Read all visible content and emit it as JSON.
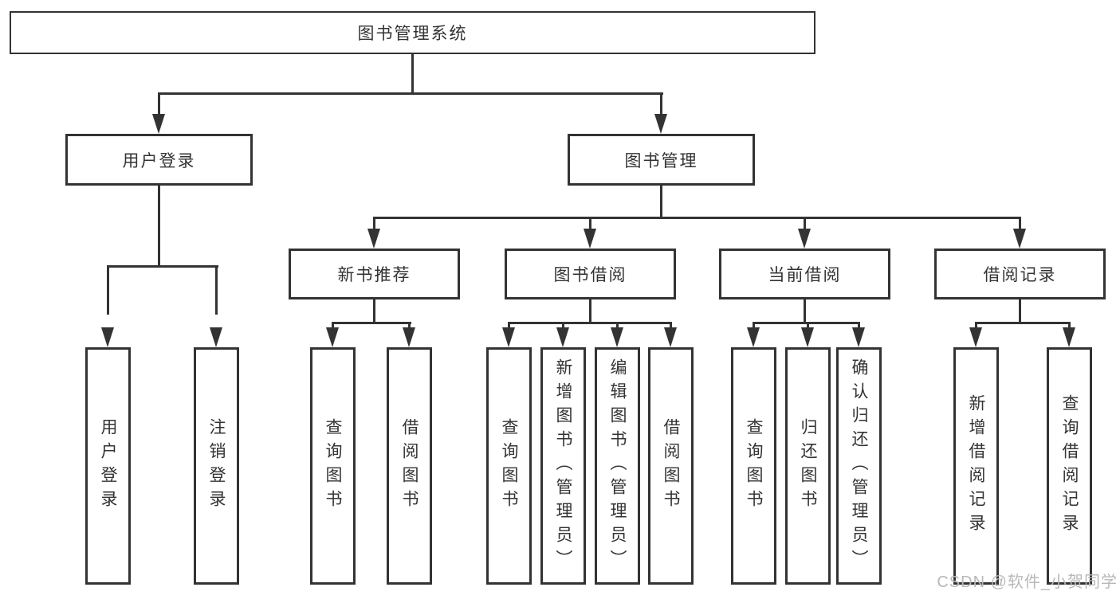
{
  "watermark": {
    "text": "CSDN @软件_小贺同学",
    "color": "#b8b8b8"
  },
  "colors": {
    "line": "#333333",
    "text": "#333333",
    "background": "#ffffff"
  },
  "diagram": {
    "type": "hierarchy-tree",
    "root": "图书管理系统",
    "branches": [
      {
        "label": "用户登录",
        "children": [
          "用户登录",
          "注销登录"
        ]
      },
      {
        "label": "图书管理",
        "children": [
          {
            "label": "新书推荐",
            "children": [
              "查询图书",
              "借阅图书"
            ]
          },
          {
            "label": "图书借阅",
            "children": [
              "查询图书",
              "新增图书（管理员）",
              "编辑图书（管理员）",
              "借阅图书"
            ]
          },
          {
            "label": "当前借阅",
            "children": [
              "查询图书",
              "归还图书",
              "确认归还（管理员）"
            ]
          },
          {
            "label": "借阅记录",
            "children": [
              "新增借阅记录",
              "查询借阅记录"
            ]
          }
        ]
      }
    ]
  }
}
